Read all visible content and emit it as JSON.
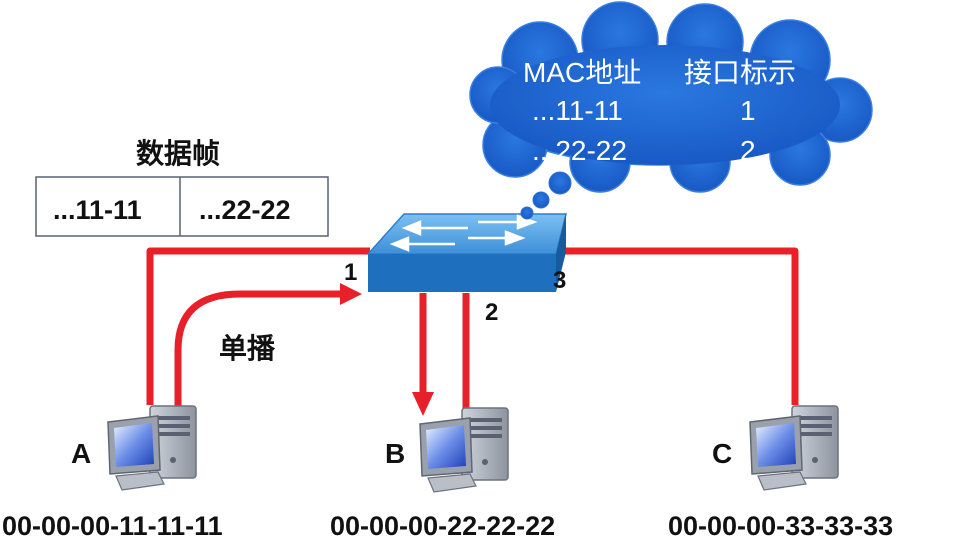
{
  "frame": {
    "title": "数据帧",
    "src": "...11-11",
    "dst": "...22-22"
  },
  "mac_table": {
    "col_mac": "MAC地址",
    "col_port": "接口标示",
    "rows": [
      {
        "mac": "...11-11",
        "port": "1"
      },
      {
        "mac": "...22-22",
        "port": "2"
      }
    ]
  },
  "switch": {
    "ports": {
      "p1": "1",
      "p2": "2",
      "p3": "3"
    }
  },
  "unicast_label": "单播",
  "hosts": [
    {
      "name": "A",
      "mac": "00-00-00-11-11-11"
    },
    {
      "name": "B",
      "mac": "00-00-00-22-22-22"
    },
    {
      "name": "C",
      "mac": "00-00-00-33-33-33"
    }
  ],
  "colors": {
    "link": "#e8202a",
    "cloud": "#1a63d0",
    "cloud_text": "#ffffff",
    "switch_top": "#4fa3e6",
    "switch_side": "#1f6fbf"
  }
}
